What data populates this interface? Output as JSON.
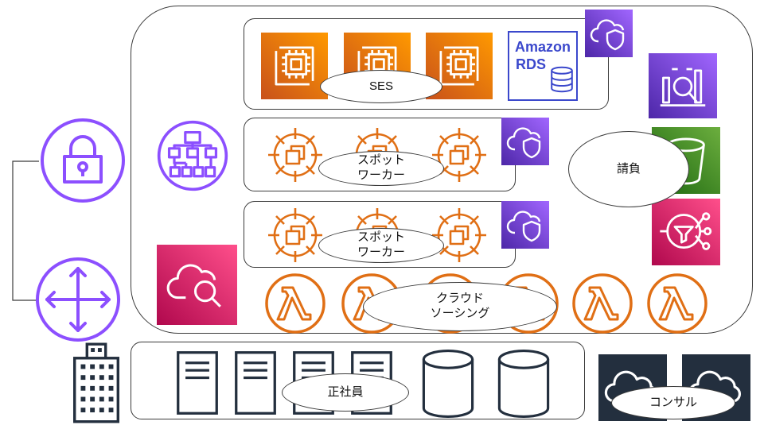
{
  "labels": {
    "ses": "SES",
    "spot_worker_1": [
      "スポット",
      "ワーカー"
    ],
    "spot_worker_2": [
      "スポット",
      "ワーカー"
    ],
    "contract": "請負",
    "crowdsourcing": [
      "クラウド",
      "ソーシング"
    ],
    "employee": "正社員",
    "consultant": "コンサル"
  },
  "rds_logo": [
    "Amazon",
    "RDS"
  ],
  "colors": {
    "compute_orange": "#ff9900",
    "security_purple": "#8c4fff",
    "storage_green": "#6cae3e",
    "management_pink": "#ff4f8b",
    "database_blue": "#3b48cc",
    "dark_navy": "#232f3e",
    "outline_gray": "#3b3b3b"
  },
  "icons": {
    "ec2_instances": [
      "ec2-instance-icon",
      "ec2-instance-icon",
      "ec2-instance-icon"
    ],
    "rds": "amazon-rds-icon",
    "shields": [
      "vpc-shield-icon",
      "vpc-shield-icon",
      "vpc-shield-icon"
    ],
    "spot_instances": [
      "spot-instance-icon",
      "spot-instance-icon",
      "spot-instance-icon",
      "spot-instance-icon",
      "spot-instance-icon",
      "spot-instance-icon"
    ],
    "lambdas": [
      "lambda-icon",
      "lambda-icon",
      "lambda-icon",
      "lambda-icon",
      "lambda-icon",
      "lambda-icon"
    ],
    "analytics": "analytics-icon",
    "s3": "s3-bucket-icon",
    "sns": "sns-icon",
    "cloudwatch": "cloudwatch-icon",
    "lock": "lock-icon",
    "router": "router-icon",
    "hierarchy": "organization-icon",
    "building": "building-icon",
    "servers": [
      "server-icon",
      "server-icon",
      "server-icon",
      "server-icon"
    ],
    "databases": [
      "database-icon",
      "database-icon"
    ],
    "clouds": [
      "cloud-icon",
      "cloud-icon"
    ]
  }
}
